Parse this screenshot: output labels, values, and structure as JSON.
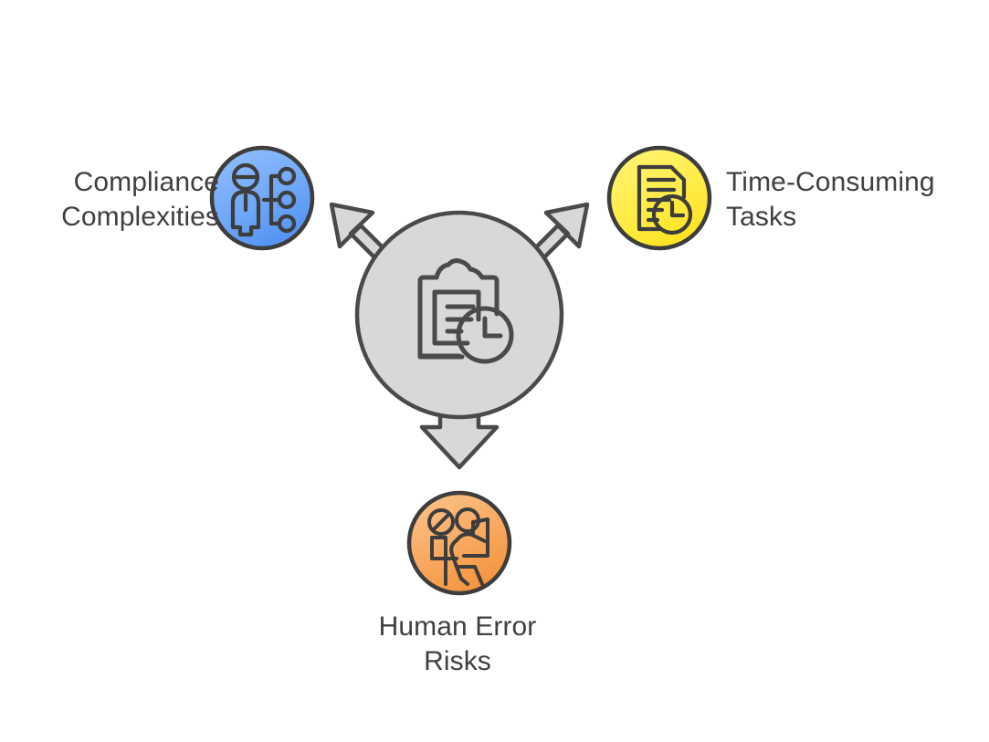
{
  "diagram": {
    "type": "hub-and-spoke",
    "title_text": "",
    "center": {
      "name": "central-hub",
      "label": "",
      "icon": "clipboard-clock-icon",
      "fill_color": "#d8d8d8",
      "stroke_color": "#4a4a4a"
    },
    "arrows": [
      {
        "name": "arrow-upper-left",
        "direction": "up-left"
      },
      {
        "name": "arrow-upper-right",
        "direction": "up-right"
      },
      {
        "name": "arrow-down",
        "direction": "down"
      }
    ],
    "nodes": [
      {
        "id": "compliance",
        "label": "Compliance\nComplexities",
        "icon": "org-chart-person-icon",
        "fill_color": "#5d9bf6",
        "fill_color_light": "#8fbdfb",
        "stroke_color": "#3d3d3d",
        "position": "left"
      },
      {
        "id": "time",
        "label": "Time-Consuming\nTasks",
        "icon": "document-clock-icon",
        "fill_color": "#ffe93d",
        "fill_color_light": "#fff370",
        "stroke_color": "#3d3d3d",
        "position": "right"
      },
      {
        "id": "human-error",
        "label": "Human Error\nRisks",
        "icon": "person-desk-prohibited-icon",
        "fill_color": "#f79c4a",
        "fill_color_light": "#fbbd7e",
        "stroke_color": "#3d3d3d",
        "position": "bottom"
      }
    ],
    "colors": {
      "text": "#404040",
      "background": "#ffffff",
      "outline": "#4a4a4a"
    }
  }
}
